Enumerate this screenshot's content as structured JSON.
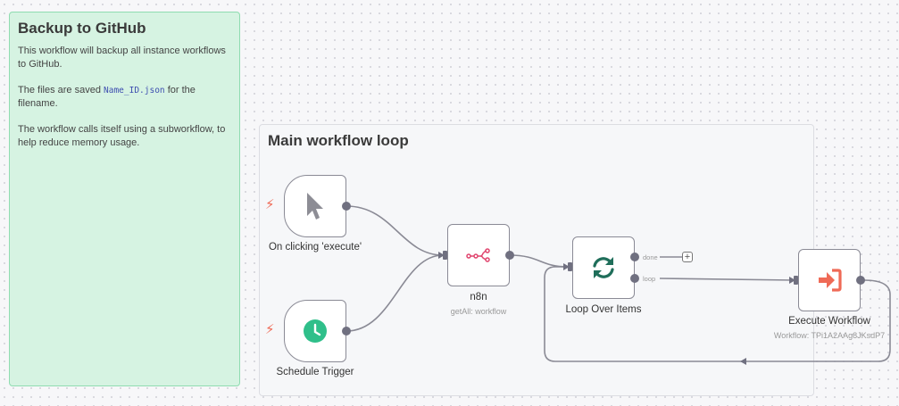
{
  "notes": {
    "backup": {
      "title": "Backup to GitHub",
      "line1": "This workflow will backup all instance workflows to GitHub.",
      "line2_prefix": "The files are saved ",
      "line2_code": "Name_ID.json",
      "line2_suffix": " for the filename.",
      "line3": "The workflow calls itself using a subworkflow, to help reduce memory usage."
    },
    "main_loop": {
      "title": "Main workflow loop"
    }
  },
  "nodes": {
    "manual_trigger": {
      "label": "On clicking 'execute'",
      "icon": "cursor-icon"
    },
    "schedule_trigger": {
      "label": "Schedule Trigger",
      "icon": "clock-icon"
    },
    "n8n": {
      "label": "n8n",
      "sublabel": "getAll: workflow",
      "icon": "n8n-logo-icon"
    },
    "loop": {
      "label": "Loop Over Items",
      "icon": "sync-icon",
      "outputs": [
        "done",
        "loop"
      ]
    },
    "execute": {
      "label": "Execute Workflow",
      "sublabel": "Workflow: TPi1A2AAg8JKsdP7",
      "icon": "sign-in-icon"
    }
  },
  "colors": {
    "note_green": "#d6f3e2",
    "note_gray": "#f6f7f9",
    "trigger_bolt": "#ef6a56",
    "clock": "#2fbf8a",
    "loop_icon": "#1f6e5a",
    "execute_icon": "#ef6a56",
    "n8n_logo": "#e0456e"
  }
}
